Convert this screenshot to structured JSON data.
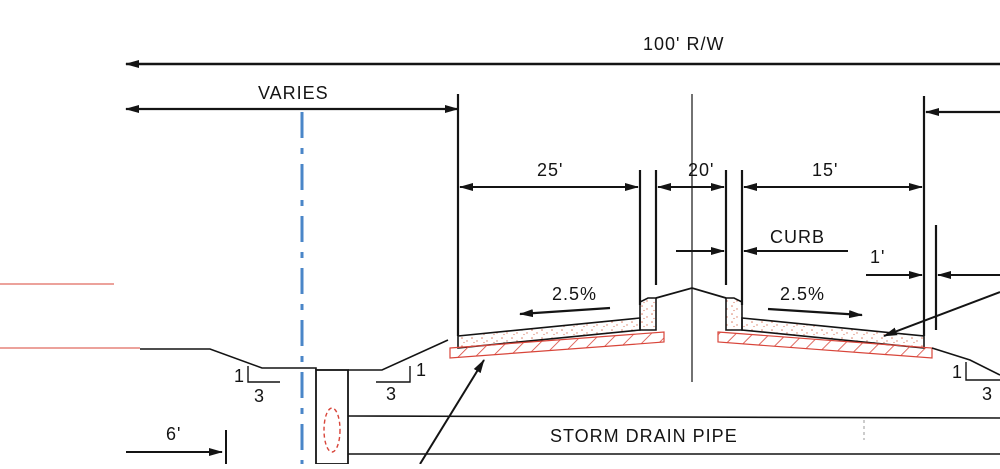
{
  "labels": {
    "row_width": "100' R/W",
    "varies": "VARIES",
    "lane_left": "25'",
    "median": "20'",
    "lane_right": "15'",
    "curb": "CURB",
    "curb_offset": "1'",
    "slope_left": "2.5%",
    "slope_right": "2.5%",
    "side_slope_1": "1",
    "side_slope_3": "3",
    "side_slope_1b": "1",
    "side_slope_3b": "3",
    "side_slope_1c": "1",
    "side_slope_3c": "3",
    "ditch_offset": "6'",
    "storm_drain": "STORM DRAIN PIPE"
  },
  "colors": {
    "ink": "#141414",
    "centerline_blue": "#4a86c8",
    "hatch_red": "#d8453a",
    "red_line": "#e06b5f",
    "speckle": "#d97a62"
  }
}
